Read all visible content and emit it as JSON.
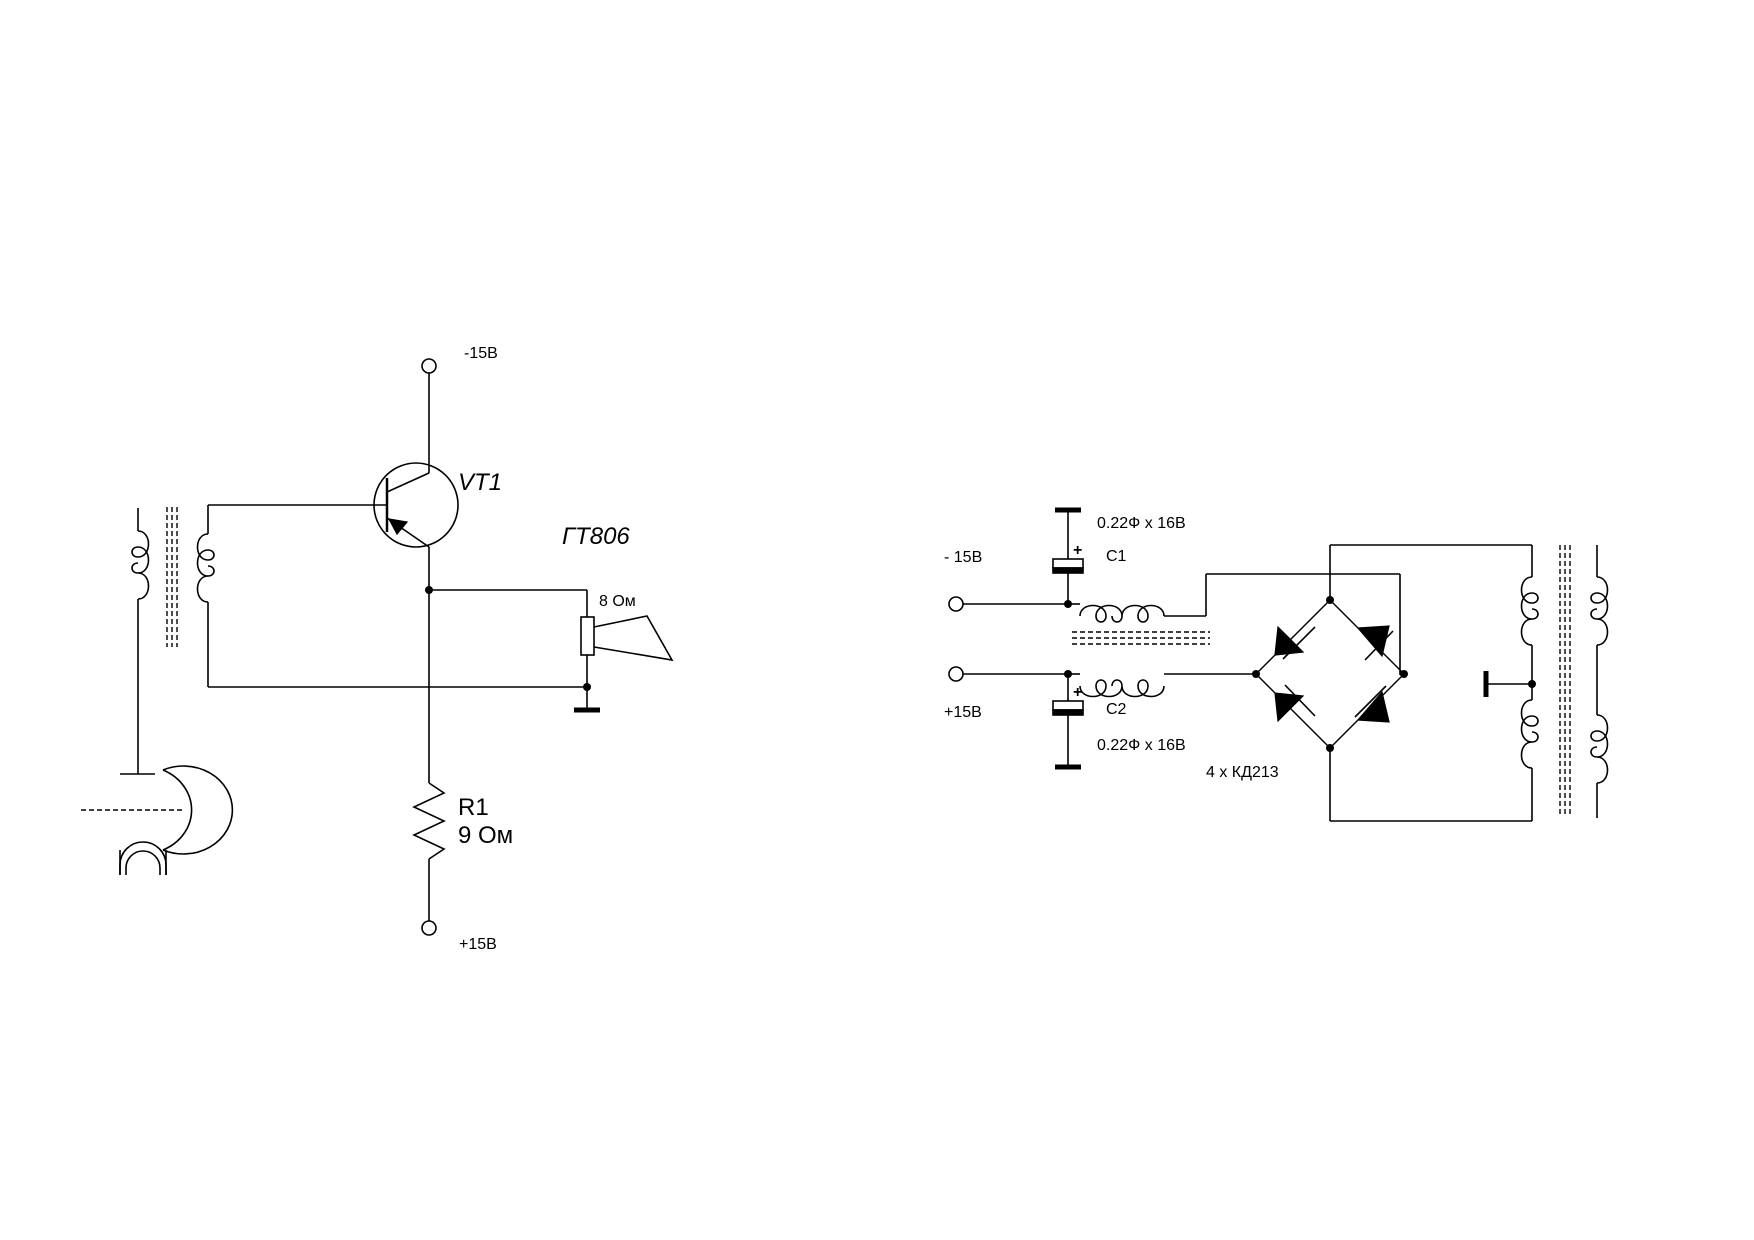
{
  "left_circuit": {
    "supply_negative": "-15В",
    "supply_positive": "+15В",
    "transistor_ref": "VT1",
    "transistor_type": "ГТ806",
    "speaker_impedance": "8 Ом",
    "resistor_ref": "R1",
    "resistor_value": "9 Ом"
  },
  "right_circuit": {
    "input_negative": "- 15В",
    "input_positive": "+15В",
    "c1_ref": "C1",
    "c1_value": "0.22Ф x 16В",
    "c1_plus": "+",
    "c2_ref": "C2",
    "c2_value": "0.22Ф x 16В",
    "c2_plus": "+",
    "bridge_diodes": "4 x КД213"
  }
}
